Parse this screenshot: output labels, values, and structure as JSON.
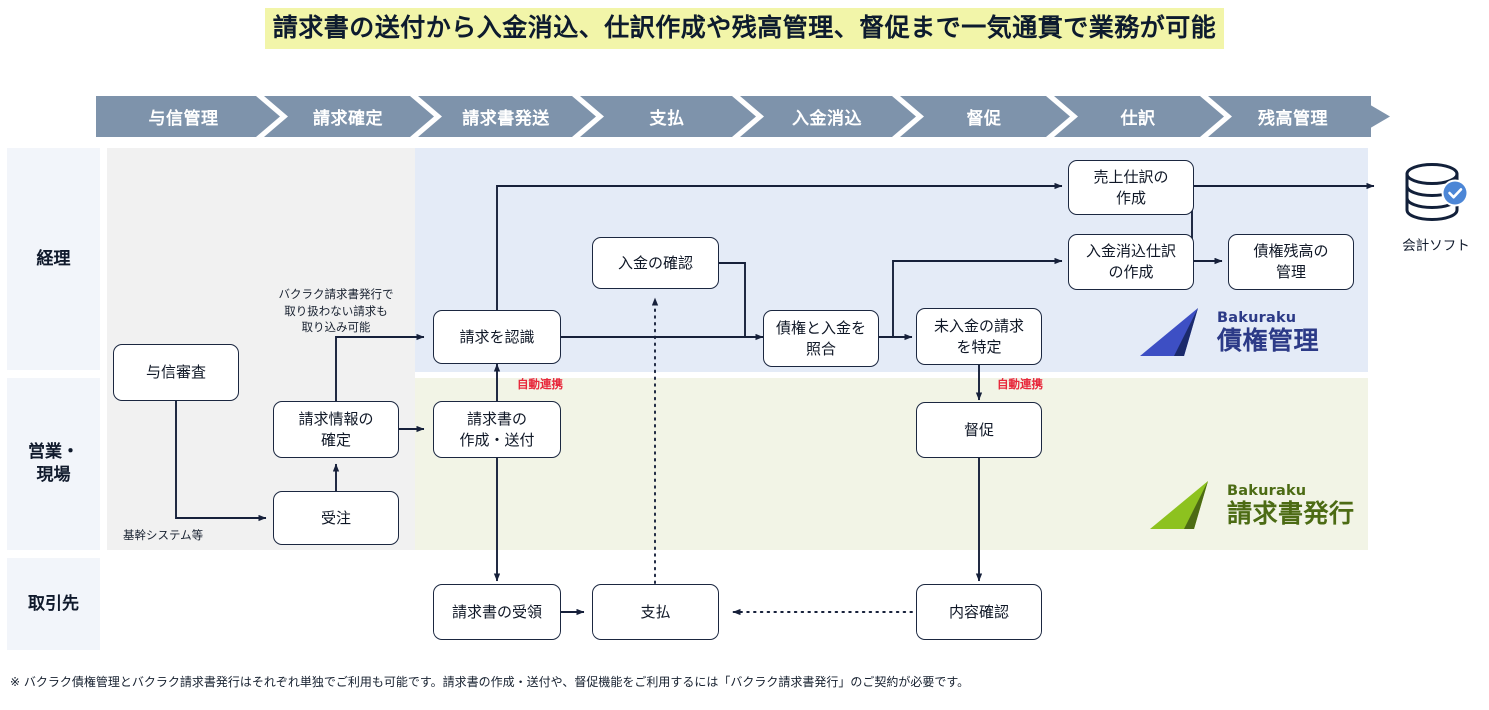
{
  "title": "請求書の送付から入金消込、仕訳作成や残高管理、督促まで一気通貫で業務が可能",
  "colors": {
    "title_highlight": "#f2f5a9",
    "stage_bar": "#7e93ab",
    "band_gray": "#f1f1f1",
    "band_blue": "#e4ebf7",
    "band_green": "#f2f4e6",
    "row_label_bg": "#f2f5fa",
    "node_border": "#1b2740",
    "auto_link_text": "#e8283c",
    "logo_saiken": "#2c3a87",
    "logo_seikyu": "#4c6b14"
  },
  "stages": [
    {
      "label": "与信管理"
    },
    {
      "label": "請求確定"
    },
    {
      "label": "請求書発送"
    },
    {
      "label": "支払"
    },
    {
      "label": "入金消込"
    },
    {
      "label": "督促"
    },
    {
      "label": "仕訳"
    },
    {
      "label": "残高管理"
    }
  ],
  "rows": [
    {
      "key": "keiri",
      "label": "経理"
    },
    {
      "key": "eigyo",
      "label": "営業・\n現場"
    },
    {
      "key": "torihiki",
      "label": "取引先"
    }
  ],
  "row_labels": {
    "keiri": "経理",
    "eigyo_line1": "営業・",
    "eigyo_line2": "現場",
    "torihiki": "取引先"
  },
  "nodes": {
    "credit_review": "与信審査",
    "order_received": "受注",
    "billing_info_fixed_l1": "請求情報の",
    "billing_info_fixed_l2": "確定",
    "invoice_create_send_l1": "請求書の",
    "invoice_create_send_l2": "作成・送付",
    "recognize_claim": "請求を認識",
    "confirm_payment": "入金の確認",
    "match_claim_payment_l1": "債権と入金を",
    "match_claim_payment_l2": "照合",
    "identify_unpaid_l1": "未入金の請求",
    "identify_unpaid_l2": "を特定",
    "sales_journal_l1": "売上仕訳の",
    "sales_journal_l2": "作成",
    "payment_journal_l1": "入金消込仕訳",
    "payment_journal_l2": "の作成",
    "balance_mgmt_l1": "債権残高の",
    "balance_mgmt_l2": "管理",
    "dunning": "督促",
    "invoice_receipt": "請求書の受領",
    "payment": "支払",
    "content_check": "内容確認"
  },
  "annotations": {
    "import_note_l1": "バクラク請求書発行で",
    "import_note_l2": "取り扱わない請求も",
    "import_note_l3": "取り込み可能",
    "core_system": "基幹システム等",
    "auto_link_left": "自動連携",
    "auto_link_right": "自動連携"
  },
  "accounting_software": {
    "label": "会計ソフト",
    "icon": "database-check-icon"
  },
  "logos": [
    {
      "brand": "Bakuraku",
      "product": "債権管理",
      "mark": "bakuraku-blue-mark"
    },
    {
      "brand": "Bakuraku",
      "product": "請求書発行",
      "mark": "bakuraku-green-mark"
    }
  ],
  "logo_saiken": {
    "brand": "Bakuraku",
    "product": "債権管理"
  },
  "logo_seikyu": {
    "brand": "Bakuraku",
    "product": "請求書発行"
  },
  "footnote": "※ バクラク債権管理とバクラク請求書発行はそれぞれ単独でご利用も可能です。請求書の作成・送付や、督促機能をご利用するには「バクラク請求書発行」のご契約が必要です。"
}
